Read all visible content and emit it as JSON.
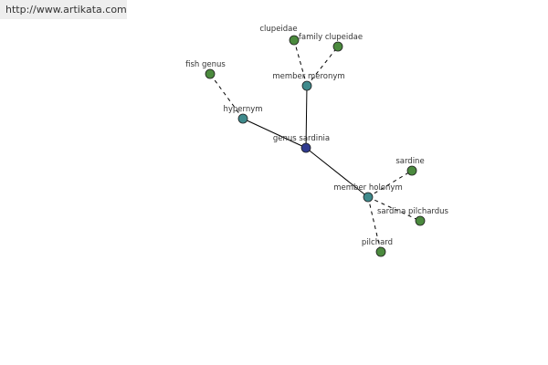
{
  "site_url": "http://www.artikata.com",
  "colors": {
    "leaf": "#4b8a3e",
    "relation": "#3f8a8c",
    "center": "#2f3a8f",
    "edge": "#000000"
  },
  "nodes": [
    {
      "id": "genus",
      "label": "genus sardinia",
      "type": "center"
    },
    {
      "id": "meronym",
      "label": "member meronym",
      "type": "relation"
    },
    {
      "id": "hypernym",
      "label": "hypernym",
      "type": "relation"
    },
    {
      "id": "holonym",
      "label": "member holonym",
      "type": "relation"
    },
    {
      "id": "clupeidae",
      "label": "clupeidae",
      "type": "leaf"
    },
    {
      "id": "family",
      "label": "family clupeidae",
      "type": "leaf"
    },
    {
      "id": "fishgenus",
      "label": "fish genus",
      "type": "leaf"
    },
    {
      "id": "sardine",
      "label": "sardine",
      "type": "leaf"
    },
    {
      "id": "pilchardus",
      "label": "sardina pilchardus",
      "type": "leaf"
    },
    {
      "id": "pilchard",
      "label": "pilchard",
      "type": "leaf"
    }
  ],
  "edges": [
    {
      "from": "genus",
      "to": "meronym",
      "style": "solid"
    },
    {
      "from": "genus",
      "to": "hypernym",
      "style": "solid"
    },
    {
      "from": "genus",
      "to": "holonym",
      "style": "solid"
    },
    {
      "from": "meronym",
      "to": "clupeidae",
      "style": "dashed"
    },
    {
      "from": "meronym",
      "to": "family",
      "style": "dashed"
    },
    {
      "from": "hypernym",
      "to": "fishgenus",
      "style": "dashed"
    },
    {
      "from": "holonym",
      "to": "sardine",
      "style": "dashed"
    },
    {
      "from": "holonym",
      "to": "pilchardus",
      "style": "dashed"
    },
    {
      "from": "holonym",
      "to": "pilchard",
      "style": "dashed"
    }
  ]
}
